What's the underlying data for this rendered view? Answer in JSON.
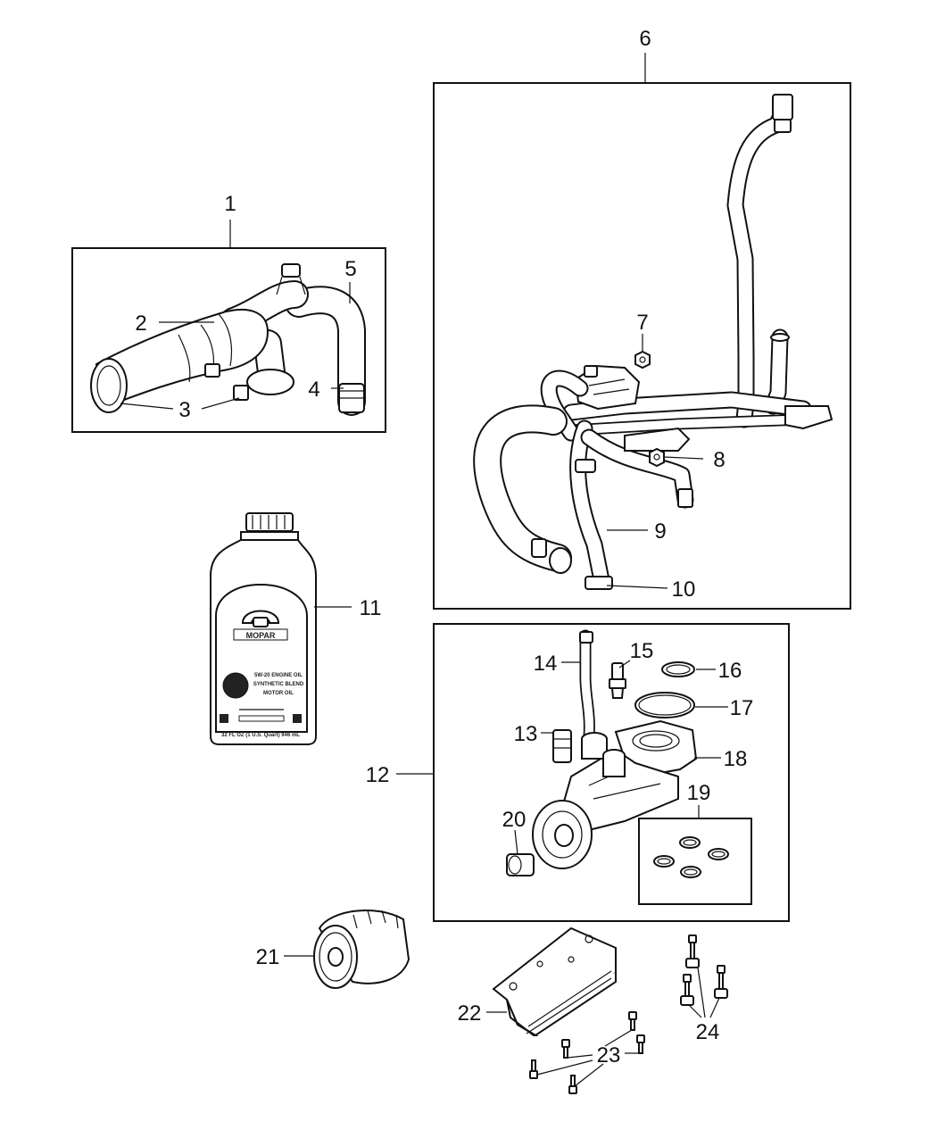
{
  "callouts": {
    "c1": "1",
    "c2": "2",
    "c3": "3",
    "c4": "4",
    "c5": "5",
    "c6": "6",
    "c7": "7",
    "c8": "8",
    "c9": "9",
    "c10": "10",
    "c11": "11",
    "c12": "12",
    "c13": "13",
    "c14": "14",
    "c15": "15",
    "c16": "16",
    "c17": "17",
    "c18": "18",
    "c19": "19",
    "c20": "20",
    "c21": "21",
    "c22": "22",
    "c23": "23",
    "c24": "24"
  },
  "bottle": {
    "brand": "MOPAR",
    "product_line1": "5W-20 ENGINE OIL",
    "product_line2": "SYNTHETIC BLEND",
    "product_line3": "MOTOR OIL",
    "volume": "32 FL OZ (1 U.S. Quart) 946 mL"
  }
}
